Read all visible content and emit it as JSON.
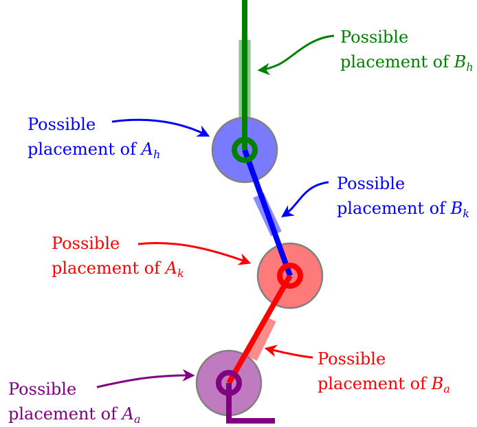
{
  "colors": {
    "hip": "#008000",
    "knee": "#0000ff",
    "ankle": "#ff0000",
    "foot": "#800080",
    "hip_circle_fill": "#7a7aff",
    "knee_circle_fill": "#ff7a7a",
    "ankle_circle_fill": "#c07ac0",
    "circle_outline": "#808080"
  },
  "labels": {
    "B_h": {
      "line1": "Possible",
      "line2": "placement of ",
      "var": "B",
      "sub": "h"
    },
    "A_h": {
      "line1": "Possible",
      "line2": "placement of ",
      "var": "A",
      "sub": "h"
    },
    "B_k": {
      "line1": "Possible",
      "line2": "placement of ",
      "var": "B",
      "sub": "k"
    },
    "A_k": {
      "line1": "Possible",
      "line2": "placement of ",
      "var": "A",
      "sub": "k"
    },
    "B_a": {
      "line1": "Possible",
      "line2": "placement of ",
      "var": "B",
      "sub": "a"
    },
    "A_a": {
      "line1": "Possible",
      "line2": "placement of ",
      "var": "A",
      "sub": "a"
    }
  }
}
